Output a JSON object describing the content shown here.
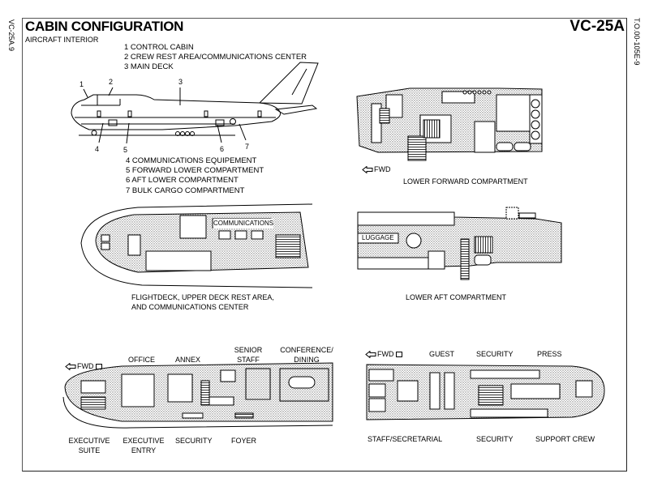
{
  "header": {
    "title": "CABIN CONFIGURATION",
    "subtitle": "AIRCRAFT INTERIOR",
    "model": "VC-25A",
    "page_ref_left": "VC-25A.9",
    "page_ref_right": "T.O.00-105E-9"
  },
  "side_view": {
    "legend_upper": [
      "1  CONTROL CABIN",
      "2  CREW REST AREA/COMMUNICATIONS CENTER",
      "3  MAIN DECK"
    ],
    "legend_lower": [
      "4  COMMUNICATIONS EQUIPEMENT",
      "5  FORWARD LOWER COMPARTMENT",
      "6  AFT LOWER COMPARTMENT",
      "7  BULK CARGO COMPARTMENT"
    ],
    "callouts": [
      "1",
      "2",
      "3",
      "4",
      "5",
      "6",
      "7"
    ]
  },
  "lower_forward": {
    "fwd_label": "FWD",
    "caption": "LOWER FORWARD COMPARTMENT"
  },
  "upper_deck": {
    "room_label": "COMMUNICATIONS",
    "caption_line1": "FLIGHTDECK, UPPER DECK REST AREA,",
    "caption_line2": "AND COMMUNICATIONS CENTER"
  },
  "lower_aft": {
    "room_label": "LUGGAGE",
    "caption": "LOWER AFT COMPARTMENT"
  },
  "main_deck_forward": {
    "fwd_label": "FWD",
    "top_labels": {
      "office": "OFFICE",
      "annex": "ANNEX",
      "senior_staff_1": "SENIOR",
      "senior_staff_2": "STAFF",
      "conference_1": "CONFERENCE/",
      "conference_2": "DINING"
    },
    "bottom_labels": {
      "exec_suite_1": "EXECUTIVE",
      "exec_suite_2": "SUITE",
      "exec_entry_1": "EXECUTIVE",
      "exec_entry_2": "ENTRY",
      "security": "SECURITY",
      "foyer": "FOYER"
    }
  },
  "main_deck_aft": {
    "fwd_label": "FWD",
    "top_labels": {
      "guest": "GUEST",
      "security": "SECURITY",
      "press": "PRESS"
    },
    "bottom_labels": {
      "staff": "STAFF/SECRETARIAL",
      "security": "SECURITY",
      "support": "SUPPORT CREW"
    }
  }
}
